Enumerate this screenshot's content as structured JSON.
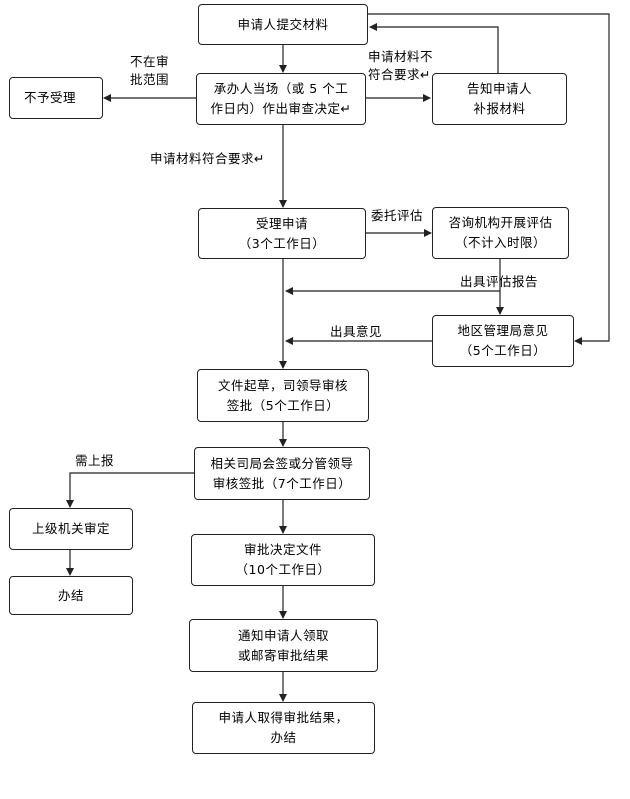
{
  "nodes": {
    "submit": [
      "申请人提交材料"
    ],
    "review": [
      "承办人当场（或 5 个工",
      "作日内）作出审查决定↵"
    ],
    "reject": [
      "不予受理"
    ],
    "notify_supplement": [
      "告知申请人",
      "补报材料"
    ],
    "accept": [
      "受理申请",
      "（3个工作日）"
    ],
    "consult": [
      "咨询机构开展评估",
      "（不计入时限）"
    ],
    "regional": [
      "地区管理局意见",
      "（5个工作日）"
    ],
    "draft": [
      "文件起草，司领导审核",
      "签批（5个工作日）"
    ],
    "countersign": [
      "相关司局会签或分管领导",
      "审核签批（7个工作日）"
    ],
    "superior": [
      "上级机关审定"
    ],
    "close_left": [
      "办结"
    ],
    "decision": [
      "审批决定文件",
      "（10个工作日）"
    ],
    "notify_result": [
      "通知申请人领取",
      "或邮寄审批结果"
    ],
    "final": [
      "申请人取得审批结果，",
      "办结"
    ]
  },
  "labels": {
    "not_in_scope": [
      "不在审",
      "批范围"
    ],
    "incomplete": [
      "申请材料不",
      "符合要求↵"
    ],
    "complete": [
      "申请材料符合要求↵"
    ],
    "entrust": [
      "委托评估"
    ],
    "report": [
      "出具评估报告"
    ],
    "opinion": [
      "出具意见"
    ],
    "need_report": [
      "需上报"
    ]
  }
}
